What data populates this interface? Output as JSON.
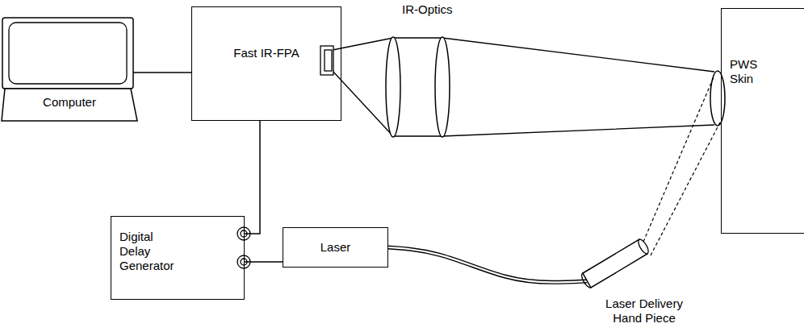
{
  "diagram": {
    "nodes": [
      {
        "text": [
          "Computer"
        ]
      },
      {
        "text": [
          "Fast IR-FPA"
        ]
      },
      {
        "text": [
          "PWS Skin"
        ]
      },
      {
        "text": [
          "Digital Delay Generator"
        ]
      },
      {
        "text": [
          "Laser"
        ]
      },
      {
        "text": [
          "Laser Delivery Hand Piece"
        ]
      }
    ],
    "edges": [
      {
        "from": 0,
        "to": 1,
        "arrow": "none"
      },
      {
        "from": 1,
        "to": 3,
        "arrow": "none"
      },
      {
        "from": 3,
        "to": 4,
        "arrow": "none"
      },
      {
        "from": 4,
        "to": 5,
        "arrow": "none"
      }
    ],
    "labels": [
      "IR-Optics"
    ]
  }
}
